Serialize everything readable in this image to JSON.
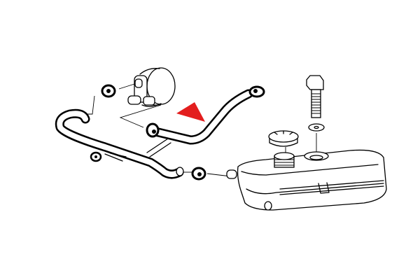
{
  "diagram": {
    "parts": [
      "pump-housing",
      "upper-hose",
      "lower-hose",
      "hose-clamp",
      "filler-cap",
      "mounting-bolt",
      "washer",
      "expansion-tank"
    ],
    "highlight_color": "#e31e1e",
    "line_color": "#000000",
    "background": "#ffffff"
  }
}
